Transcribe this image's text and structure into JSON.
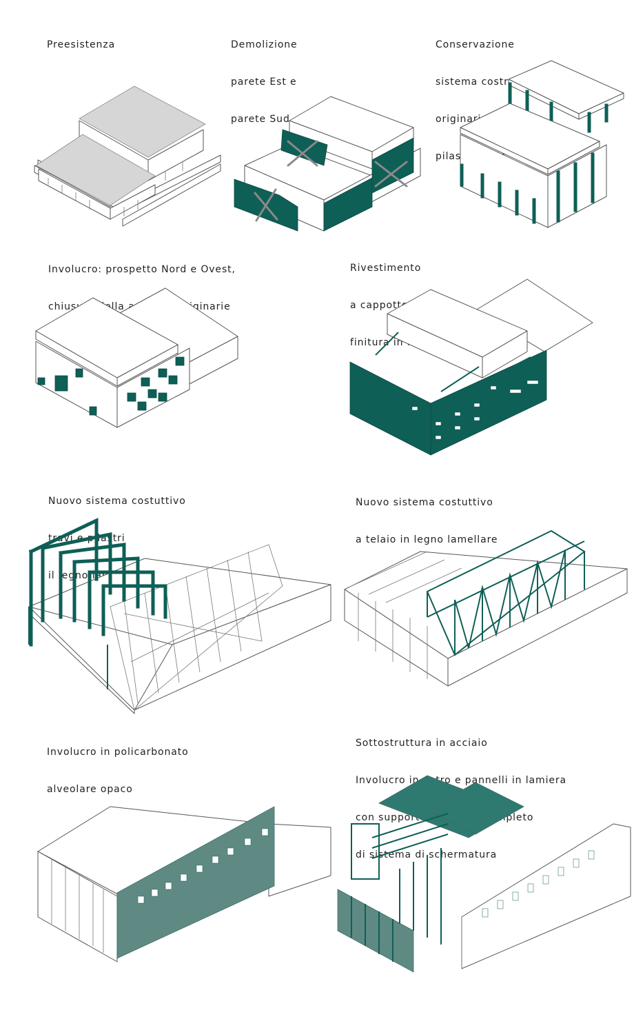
{
  "captions": [
    {
      "id": "preesistenza",
      "lines": [
        "Preesistenza"
      ]
    },
    {
      "id": "demolizione",
      "lines": [
        "Demolizione",
        "parete Est e",
        "parete Sud"
      ]
    },
    {
      "id": "conservazione",
      "lines": [
        "Conservazione",
        "sistema costruttivo",
        "originario: travi e",
        "pilastri in cls"
      ]
    },
    {
      "id": "involucro-prospetto",
      "lines": [
        "Involucro: prospetto Nord e Ovest,",
        "chiusura della aperture originarie"
      ]
    },
    {
      "id": "rivestimento",
      "lines": [
        "Rivestimento",
        "a cappotto con",
        "finitura in lamiera"
      ]
    },
    {
      "id": "nuovo-sistema-travi",
      "lines": [
        "Nuovo sistema costuttivo",
        "travi e pilastri",
        "il legno lamellare"
      ]
    },
    {
      "id": "nuovo-sistema-telaio",
      "lines": [
        "Nuovo sistema costuttivo",
        "a telaio in legno lamellare"
      ]
    },
    {
      "id": "involucro-policarbonato",
      "lines": [
        "Involucro in policarbonato",
        "alveolare opaco"
      ]
    },
    {
      "id": "sottostruttura",
      "lines": [
        "Sottostruttura in acciaio",
        "Involucro in vetro e pannelli in lamiera",
        "con supporto metallico completo",
        "di sistema di schermatura"
      ]
    }
  ],
  "colors": {
    "accent_teal": "#0e5f56",
    "sage": "#5f8a84",
    "roof_grey": "#d6d6d6",
    "line": "#555555"
  }
}
